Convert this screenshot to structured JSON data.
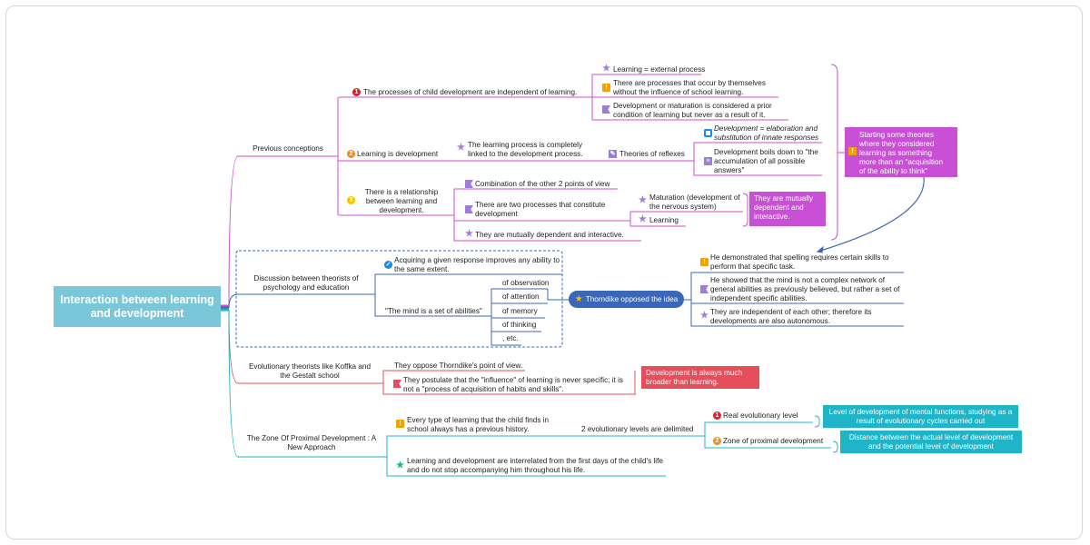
{
  "root": "Interaction between learning and development",
  "b1": {
    "label": "Previous conceptions",
    "p1": {
      "label": "The processes of child development are independent of learning.",
      "icon": "number-1-red-icon",
      "items": [
        "Learning = external process",
        "There are processes that occur by themselves without the influence of school learning.",
        "Development or maturation is considered a prior condition of learning but never as a result of it."
      ]
    },
    "p2": {
      "label": "Learning is development",
      "icon": "number-2-orange-icon",
      "item": "The learning process is completely linked to the development process.",
      "reflexes": "Theories of reflexes",
      "sub": [
        "Development = elaboration and substitution of innate responses",
        "Development boils down to \"the accumulation of all possible answers\""
      ]
    },
    "p3": {
      "label": "There is a relationship between learning and development.",
      "icon": "number-3-yellow-icon",
      "items": [
        "Combination of the other 2 points of view",
        "There are two processes that constitute development",
        "They are mutually dependent and interactive."
      ],
      "sub": [
        "Maturation (development of the nervous system)",
        "Learning"
      ],
      "callout": "They are mutually dependent and interactive."
    },
    "callout": "Starting some theories where they considered learning as something more than an \"acquisition of the ability to think\""
  },
  "b2": {
    "label": "Discussion between theorists of psychology and education",
    "item1": "Acquiring a given response improves any ability to the same extent.",
    "item2": "\"The mind is a set of abilities\"",
    "abilities": [
      "of observation",
      "of attention",
      "of memory",
      "of thinking",
      ", etc."
    ],
    "thorndike": "Thorndike opposed the idea",
    "t_items": [
      "He demonstrated that spelling requires certain skills to perform that specific task.",
      "He showed that the mind is not a complex network of general abilities as previously believed, but rather a set of independent specific abilities.",
      "They are independent of each other; therefore its developments are also autonomous."
    ]
  },
  "b3": {
    "label": "Evolutionary theorists like Koffka and the Gestalt school",
    "items": [
      "They oppose Thorndike's point of view.",
      "They postulate that the \"influence\" of learning is never specific; it is not a \"process of acquisition of habits and skills\"."
    ],
    "callout": "Development is always much broader than learning."
  },
  "b4": {
    "label": "The Zone Of Proximal Development : A New Approach",
    "item1": "Every type of learning that the child finds in school always has a previous history.",
    "levels": "2 evolutionary levels are delimited",
    "level1": "Real evolutionary level",
    "level2": "Zone of proximal development",
    "level1_note": "Level of development of mental functions, studying as a result of evolutionary cycles carried out",
    "level2_note": "Distance between the actual level of development and the potential level of development",
    "item2": "Learning and development are interrelated from the first days of the child's life and do not stop accompanying him throughout his life."
  }
}
